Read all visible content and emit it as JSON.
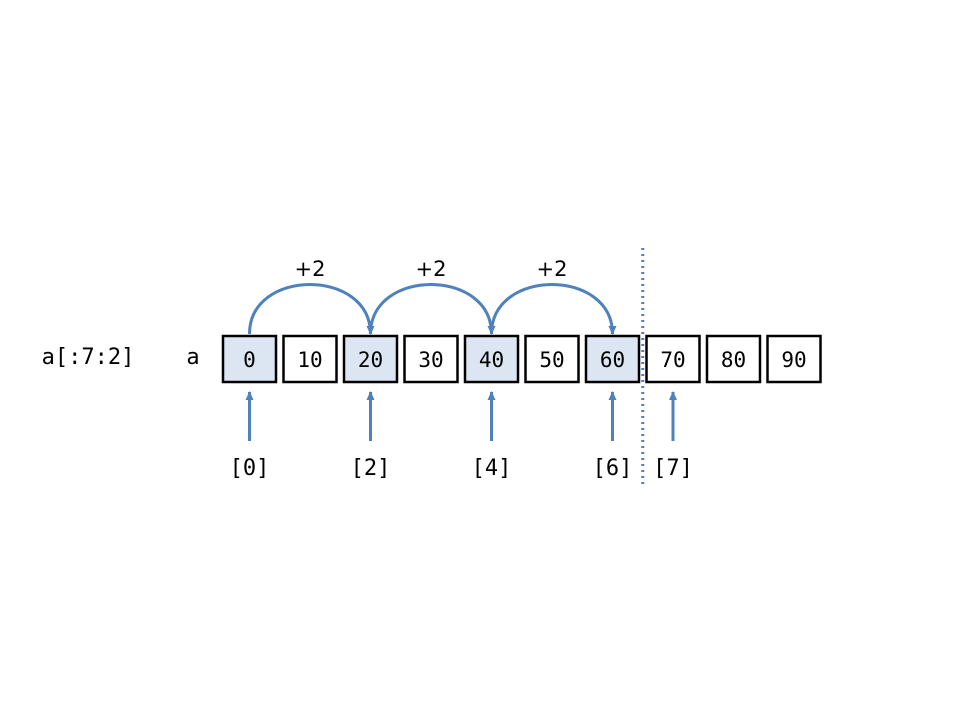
{
  "expression": "a[:7:2]",
  "array_name": "a",
  "cells": [
    {
      "value": "0",
      "highlighted": true
    },
    {
      "value": "10",
      "highlighted": false
    },
    {
      "value": "20",
      "highlighted": true
    },
    {
      "value": "30",
      "highlighted": false
    },
    {
      "value": "40",
      "highlighted": true
    },
    {
      "value": "50",
      "highlighted": false
    },
    {
      "value": "60",
      "highlighted": true
    },
    {
      "value": "70",
      "highlighted": false
    },
    {
      "value": "80",
      "highlighted": false
    },
    {
      "value": "90",
      "highlighted": false
    }
  ],
  "step_label": "+2",
  "jumps": [
    {
      "from": 0,
      "to": 2
    },
    {
      "from": 2,
      "to": 4
    },
    {
      "from": 4,
      "to": 6
    }
  ],
  "index_markers": [
    {
      "cell": 0,
      "label": "[0]"
    },
    {
      "cell": 2,
      "label": "[2]"
    },
    {
      "cell": 4,
      "label": "[4]"
    },
    {
      "cell": 6,
      "label": "[6]"
    },
    {
      "cell": 7,
      "label": "[7]"
    }
  ],
  "stop_boundary_after_cell": 6,
  "colors": {
    "highlight_fill": "#dce6f2",
    "cell_fill": "#ffffff",
    "cell_border": "#000000",
    "arrow": "#4f81bd",
    "boundary": "#4f81bd",
    "text": "#000000"
  }
}
